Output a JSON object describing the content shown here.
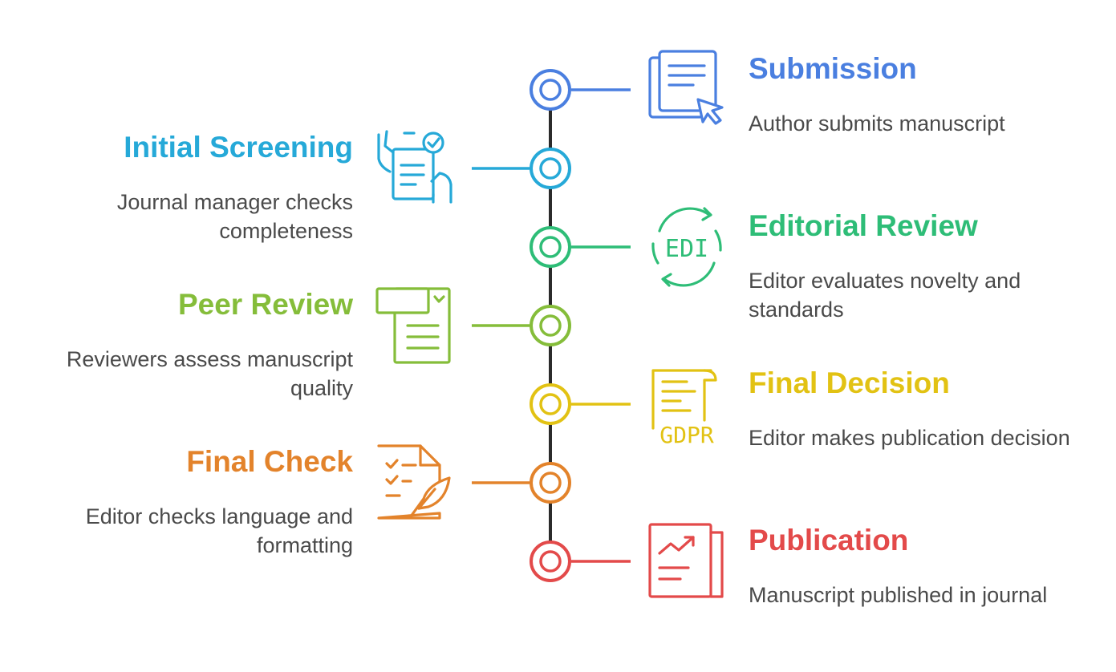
{
  "steps": [
    {
      "title": "Submission",
      "description": "Author submits manuscript",
      "color": "#4a7fe0",
      "side": "right",
      "icon": "document-cursor-icon"
    },
    {
      "title": "Initial Screening",
      "description": "Journal manager checks completeness",
      "color": "#26a9d8",
      "side": "left",
      "icon": "hand-checklist-icon"
    },
    {
      "title": "Editorial Review",
      "description": "Editor evaluates novelty and standards",
      "color": "#2ebd77",
      "side": "right",
      "icon": "edi-cycle-icon",
      "icon_text": "EDI"
    },
    {
      "title": "Peer Review",
      "description": "Reviewers assess manuscript quality",
      "color": "#85bd3a",
      "side": "left",
      "icon": "form-document-icon"
    },
    {
      "title": "Final Decision",
      "description": "Editor makes publication decision",
      "color": "#e2c213",
      "side": "right",
      "icon": "gdpr-scroll-icon",
      "icon_text": "GDPR"
    },
    {
      "title": "Final Check",
      "description": "Editor checks language and formatting",
      "color": "#e3832b",
      "side": "left",
      "icon": "checklist-quill-icon"
    },
    {
      "title": "Publication",
      "description": "Manuscript published in journal",
      "color": "#e34a4a",
      "side": "right",
      "icon": "chart-scroll-icon"
    }
  ],
  "timeline": {
    "line_color": "#2b2b2b"
  }
}
